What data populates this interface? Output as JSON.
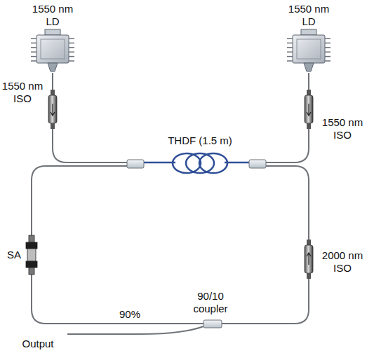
{
  "diagram": {
    "labels": [
      "1550 nm LD",
      "1550 nm LD",
      "1550 nm ISO",
      "THDF (1.5 m)",
      "1550 nm ISO",
      "SA",
      "2000 nm ISO",
      "90/10 coupler",
      "90%",
      "Output"
    ]
  }
}
